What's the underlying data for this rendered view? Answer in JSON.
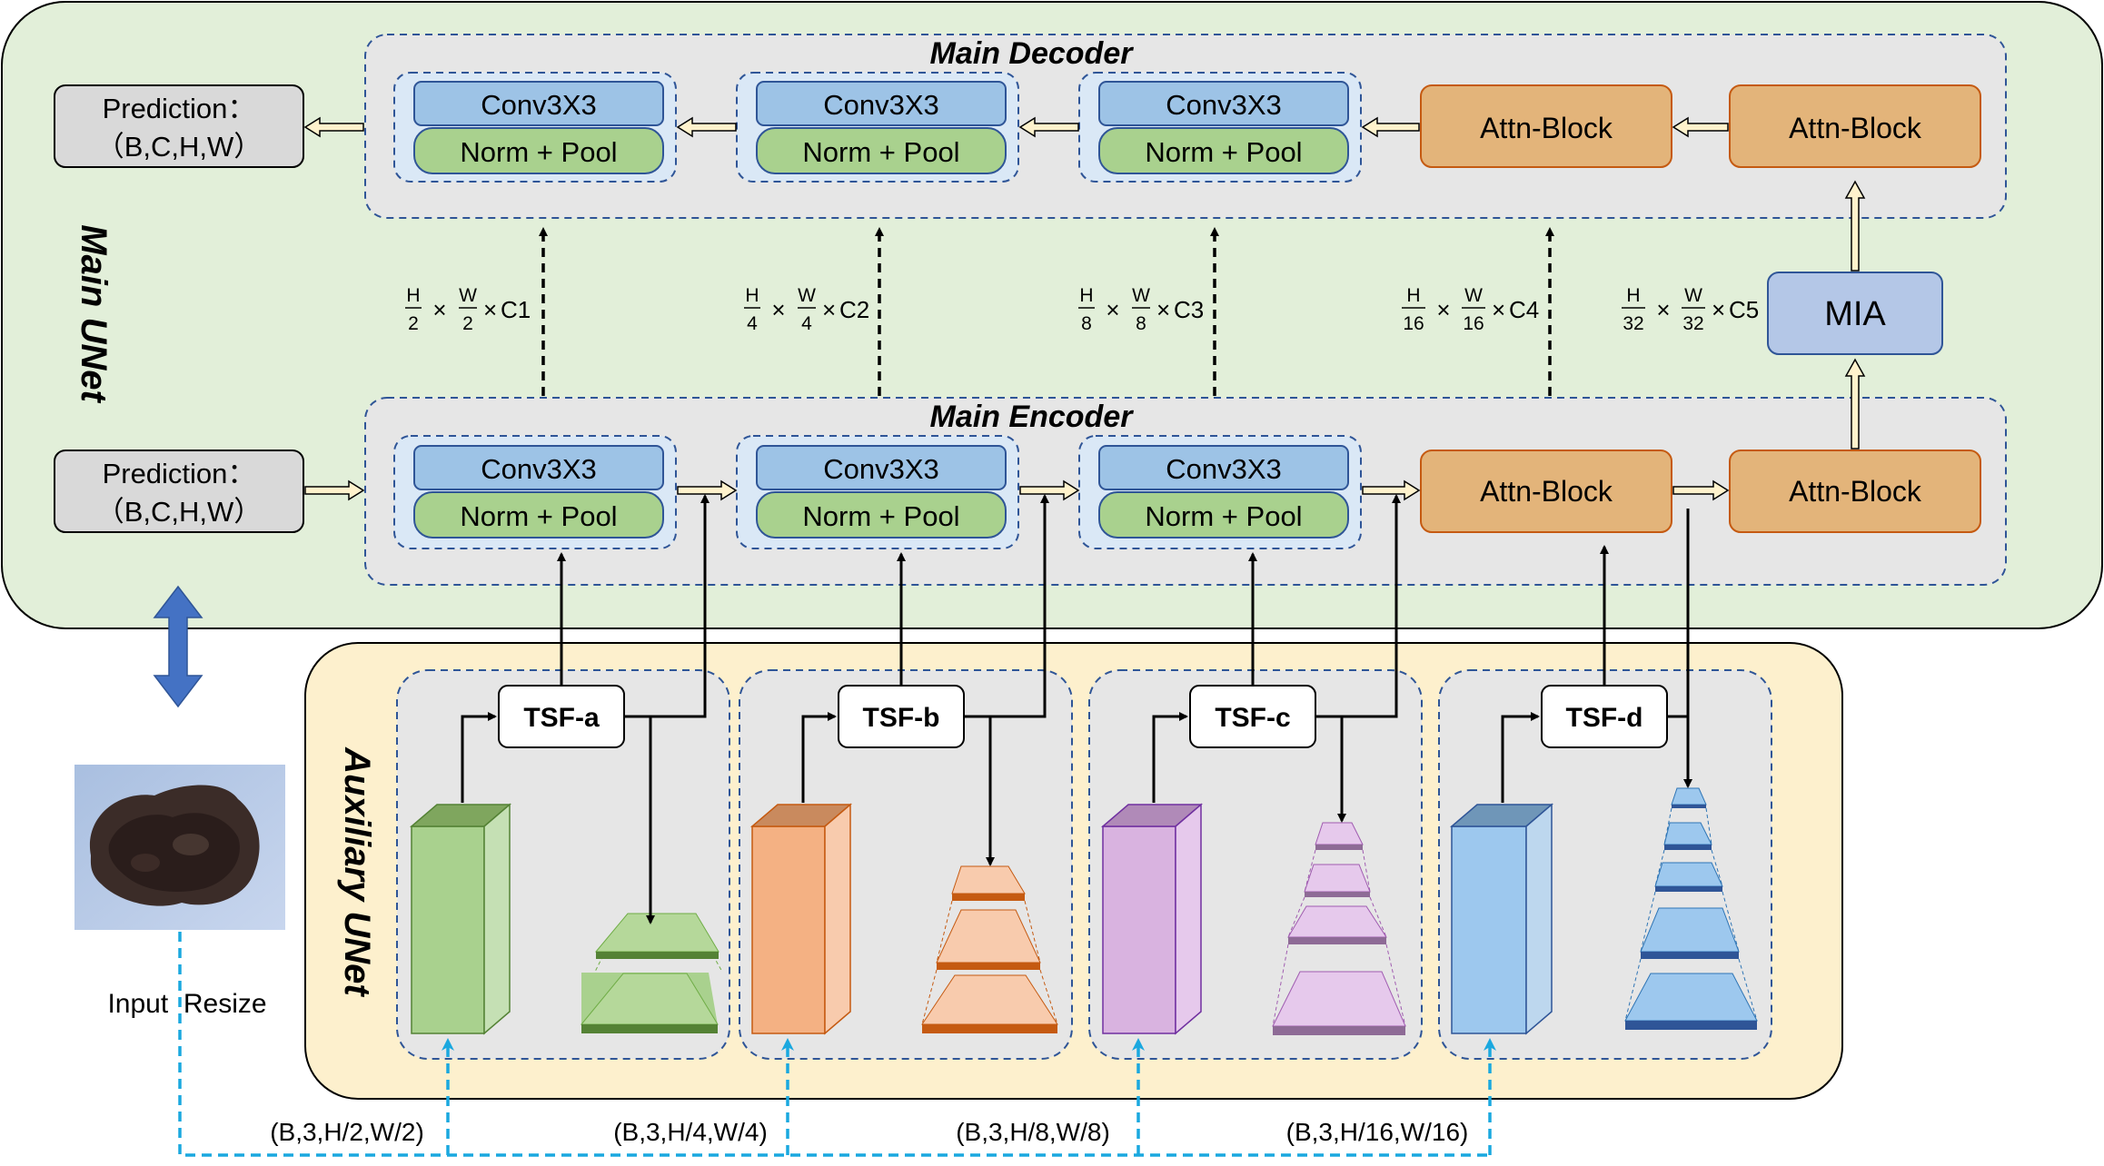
{
  "main_unet": {
    "label": "Main UNet",
    "decoder_title": "Main Decoder",
    "encoder_title": "Main Encoder",
    "decoder_blocks": [
      {
        "top": "Conv3X3",
        "bottom": "Norm + Pool"
      },
      {
        "top": "Conv3X3",
        "bottom": "Norm + Pool"
      },
      {
        "top": "Conv3X3",
        "bottom": "Norm + Pool"
      }
    ],
    "decoder_attn": [
      "Attn-Block",
      "Attn-Block"
    ],
    "encoder_blocks": [
      {
        "top": "Conv3X3",
        "bottom": "Norm + Pool"
      },
      {
        "top": "Conv3X3",
        "bottom": "Norm + Pool"
      },
      {
        "top": "Conv3X3",
        "bottom": "Norm + Pool"
      }
    ],
    "encoder_attn": [
      "Attn-Block",
      "Attn-Block"
    ],
    "mia": "MIA",
    "prediction_top": {
      "line1": "Prediction：",
      "line2": "（B,C,H,W）"
    },
    "prediction_bottom": {
      "line1": "Prediction：",
      "line2": "（B,C,H,W）"
    },
    "skip_dims": [
      {
        "num": "H",
        "den": "2",
        "num2": "W",
        "den2": "2",
        "ch": "C1"
      },
      {
        "num": "H",
        "den": "4",
        "num2": "W",
        "den2": "4",
        "ch": "C2"
      },
      {
        "num": "H",
        "den": "8",
        "num2": "W",
        "den2": "8",
        "ch": "C3"
      },
      {
        "num": "H",
        "den": "16",
        "num2": "W",
        "den2": "16",
        "ch": "C4"
      },
      {
        "num": "H",
        "den": "32",
        "num2": "W",
        "den2": "32",
        "ch": "C5"
      }
    ],
    "times": "×"
  },
  "auxiliary_unet": {
    "label": "Auxiliary UNet",
    "tsf": [
      "TSF-a",
      "TSF-b",
      "TSF-c",
      "TSF-d"
    ],
    "input_dims": [
      "(B,3,H/2,W/2)",
      "(B,3,H/4,W/4)",
      "(B,3,H/8,W/8)",
      "(B,3,H/16,W/16)"
    ]
  },
  "input_label": "Input  Resize",
  "colors": {
    "main_bg": "#e2efd9",
    "aux_bg": "#fdf0cd",
    "panel_bg": "#e6e6e6",
    "conv_fill": "#9dc3e6",
    "norm_fill": "#a9d18e",
    "attn_fill": "#e3b47a",
    "mia_fill": "#b4c7e7",
    "pred_fill": "#d9d9d9",
    "dash_blue": "#1aa8df",
    "arrow_blue": "#4472c4",
    "green": "#a9d18e",
    "orange": "#f4b183",
    "purple": "#d9b3e0",
    "blue": "#9dc8ee"
  }
}
